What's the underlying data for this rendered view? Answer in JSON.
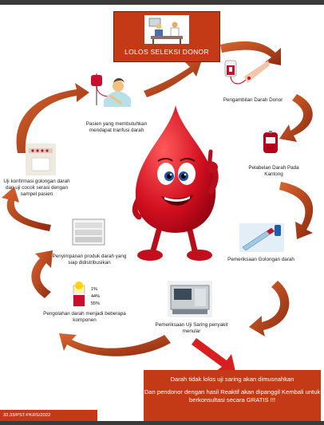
{
  "title": "LOLOS SELEKSI DONOR",
  "steps": [
    {
      "label": "Pengambilan Darah Donor"
    },
    {
      "label": "Pelabelan Darah Pada Kantong"
    },
    {
      "label": "Pemeriksaan Golongan darah"
    },
    {
      "label": "Pemeriksaan Uji Saring penyakit menular"
    },
    {
      "label": "Pengolahan darah menjadi beberapa komponen"
    },
    {
      "label": "Penyimpanan produk darah yang siap didistribusikan"
    },
    {
      "label": "Uji konfirmasi golongan darah dan uji cocok serasi dengan sampel pasien"
    },
    {
      "label": "Pasien yang membutuhkan mendapat tranfusi darah"
    }
  ],
  "component_labels": [
    "1%",
    "44%",
    "55%"
  ],
  "warning": {
    "line1": "Darah tidak lolos uji saring akan dimusnahkan",
    "line2": "Dan pendonor dengan hasil Reaktif akan dipanggil Kembali untuk berkonsultasi secara GRATIS !!!"
  },
  "footer_code": "32.33/PST-PKRS/2022",
  "colors": {
    "accent": "#c43a16",
    "blood": "#c8102e",
    "arrow": "#b7401d"
  }
}
